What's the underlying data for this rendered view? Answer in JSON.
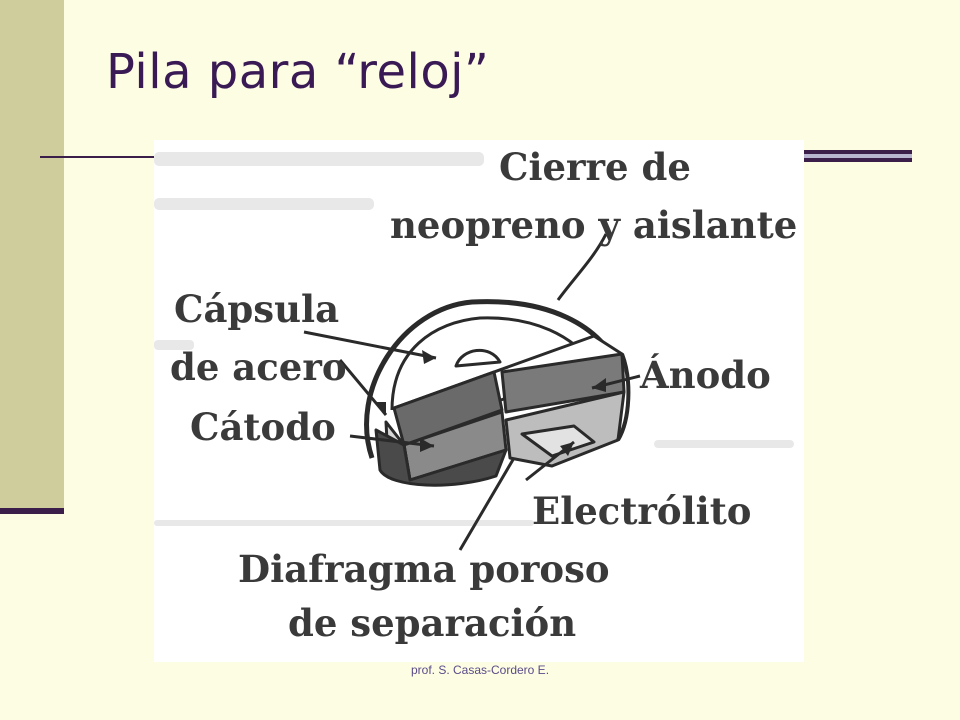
{
  "slide": {
    "title": "Pila para “reloj”",
    "footer": "prof. S. Casas-Cordero E."
  },
  "diagram": {
    "labels": {
      "cierre_line1": "Cierre de",
      "cierre_line2": "neopreno y aislante",
      "capsula_line1": "Cápsula",
      "capsula_line2": "de acero",
      "catodo": "Cátodo",
      "anodo": "Ánodo",
      "electrolito": "Electrólito",
      "diafragma_line1": "Diafragma poroso",
      "diafragma_line2": "de separación"
    },
    "colors": {
      "ink": "#3a3a3a",
      "title": "#3a1a54",
      "background": "#fdfde3",
      "sidebar": "#cfcd9c",
      "accent": "#3b1f4a"
    }
  }
}
